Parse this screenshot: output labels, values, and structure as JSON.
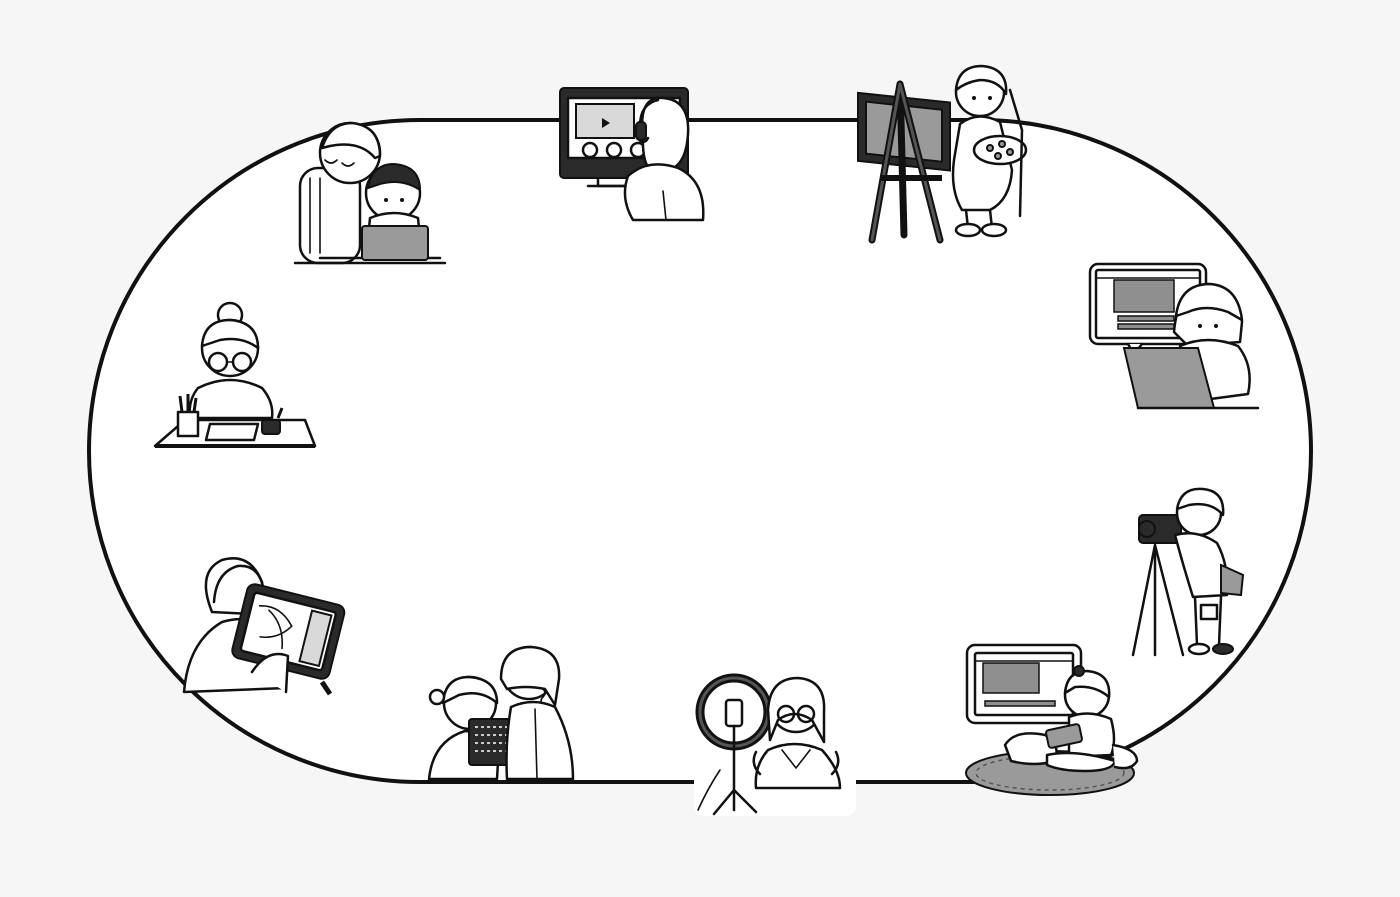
{
  "scene": {
    "background": "#f6f6f6",
    "ring_fill": "#ffffff",
    "ink": "#111111",
    "gray": "#9a9a9a",
    "light_gray": "#d9d9d9",
    "figures": [
      {
        "id": "mentor-and-child-laptop",
        "icon": "mentor-teaching-icon"
      },
      {
        "id": "video-call-editor",
        "icon": "headphones-monitor-icon"
      },
      {
        "id": "easel-painter",
        "icon": "easel-palette-icon"
      },
      {
        "id": "grandma-drawing",
        "icon": "desk-drawing-icon"
      },
      {
        "id": "laptop-video-editor",
        "icon": "laptop-editing-icon"
      },
      {
        "id": "tripod-photographer",
        "icon": "camera-tripod-icon"
      },
      {
        "id": "tablet-illustrator",
        "icon": "drawing-tablet-icon"
      },
      {
        "id": "friends-with-tablet",
        "icon": "friends-tablet-icon"
      },
      {
        "id": "ring-light-streamer",
        "icon": "ring-light-icon"
      },
      {
        "id": "cushion-tv-viewer",
        "icon": "cushion-tv-icon"
      }
    ]
  }
}
